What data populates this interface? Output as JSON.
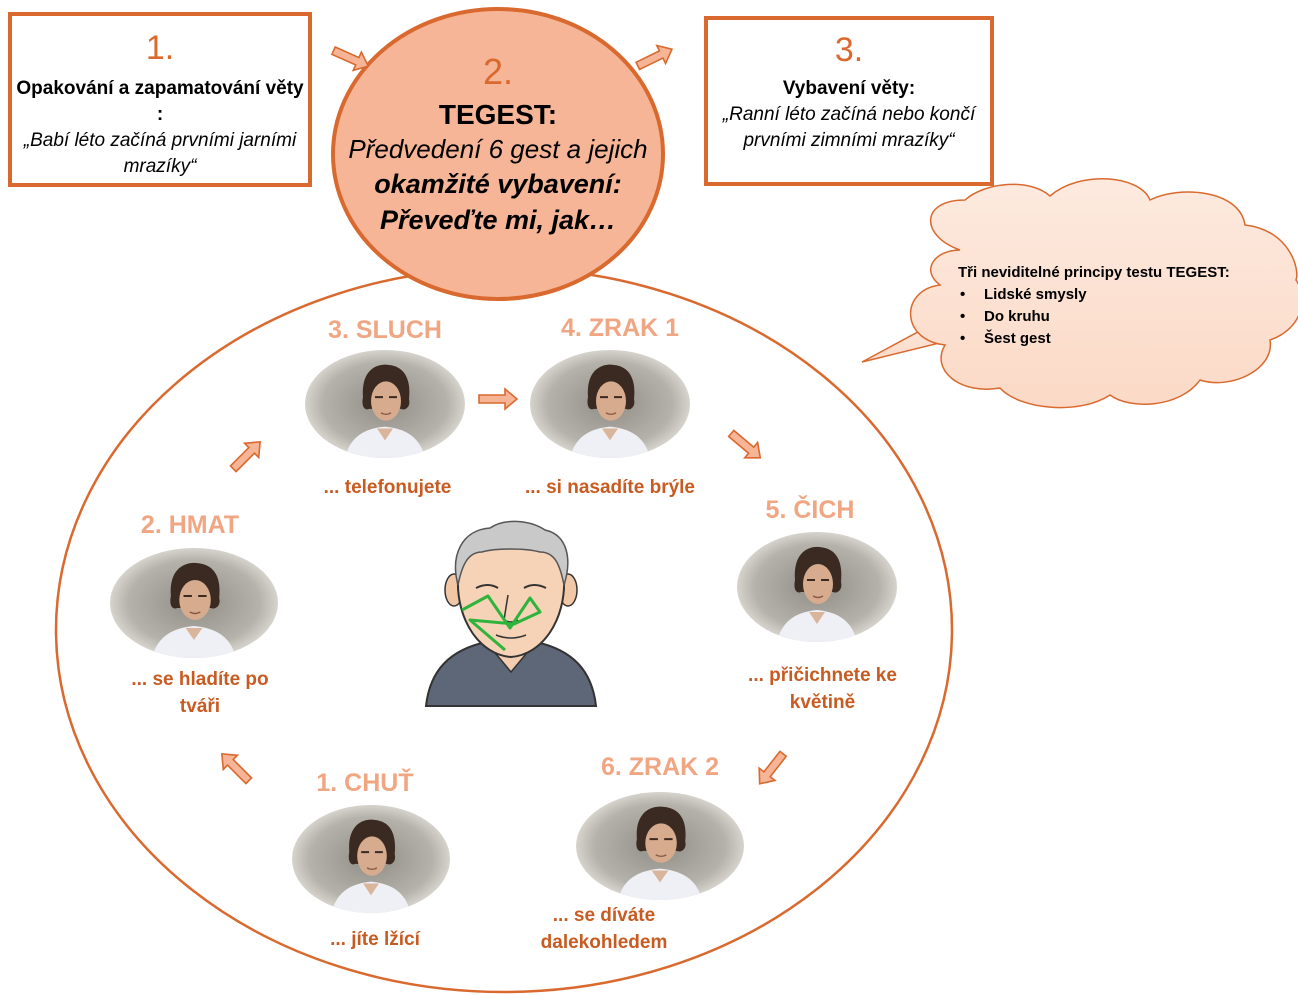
{
  "box1": {
    "number": "1.",
    "title": "Opakování a zapamatování věty :",
    "quote": "„Babí léto začíná prvními jarními mrazíky“"
  },
  "center": {
    "number": "2.",
    "title": "TEGEST:",
    "line1": "Předvedení 6 gest a jejich",
    "line2": "okamžité vybavení:",
    "line3": "Převeďte mi, jak…"
  },
  "box3": {
    "number": "3.",
    "title": "Vybavení věty:",
    "quote": "„Ranní léto začíná nebo končí prvními zimními mrazíky“"
  },
  "cloud": {
    "title": "Tři neviditelné principy testu TEGEST:",
    "items": [
      "Lidské smysly",
      "Do kruhu",
      "Šest gest"
    ],
    "bullet": "•"
  },
  "steps": [
    {
      "label": "1. CHUŤ",
      "caption": "... jíte lžící"
    },
    {
      "label": "2. HMAT",
      "caption": "... se hladíte po tváři"
    },
    {
      "label": "3. SLUCH",
      "caption": "... telefonujete"
    },
    {
      "label": "4. ZRAK 1",
      "caption": "... si nasadíte brýle"
    },
    {
      "label": "5. ČICH",
      "caption": "... přičichnete ke květině"
    },
    {
      "label": "6. ZRAK 2",
      "caption": "... se díváte dalekohledem"
    }
  ],
  "colors": {
    "accent": "#d9692e",
    "step_label": "#f0a683",
    "caption": "#c85b22",
    "center_fill": "#f6b596",
    "cloud_fill": "#fde4d6",
    "face_path": "#2eb43c"
  },
  "icons": {
    "arrow": "block-arrow-icon",
    "center_face": "elderly-man-face-icon",
    "photo": "woman-gesture-photo"
  }
}
